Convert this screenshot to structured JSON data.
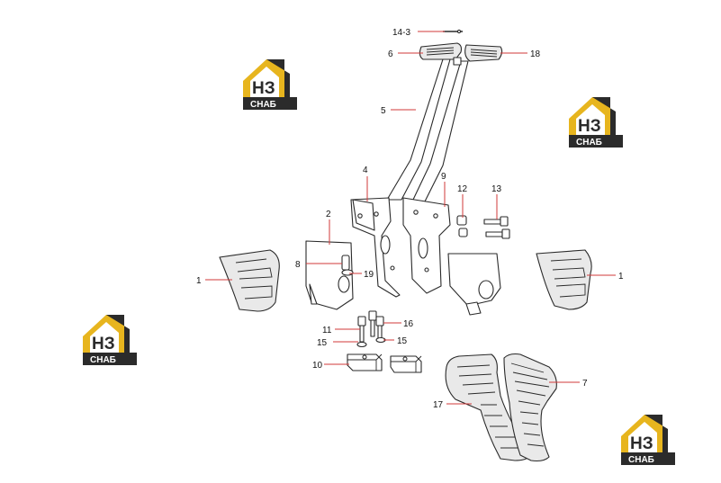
{
  "colors": {
    "leader": "#d23a3a",
    "logo_gold": "#e7b51e",
    "logo_dark": "#2b2b2b",
    "logo_white": "#ffffff"
  },
  "watermark": {
    "mark": "НЗ",
    "brand": "СНАБ"
  },
  "callouts": {
    "c14_3": "14-3",
    "c6": "6",
    "c18": "18",
    "c5": "5",
    "c4": "4",
    "c9": "9",
    "c12": "12",
    "c13": "13",
    "c2": "2",
    "c8": "8",
    "c19": "19",
    "c1_left": "1",
    "c1_right": "1",
    "c11": "11",
    "c16": "16",
    "c15_left": "15",
    "c15_right": "15",
    "c10": "10",
    "c17": "17",
    "c7": "7"
  }
}
